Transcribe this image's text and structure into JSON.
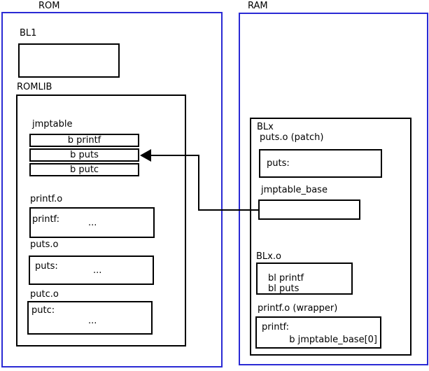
{
  "colors": {
    "region_border": "#2a2ad4",
    "box_border": "#000000"
  },
  "rom": {
    "title": "ROM",
    "bl1": {
      "label": "BL1"
    },
    "romlib": {
      "label": "ROMLIB",
      "jmptable": {
        "label": "jmptable",
        "rows": [
          {
            "text": "b printf"
          },
          {
            "text": "b puts"
          },
          {
            "text": "b putc"
          }
        ]
      },
      "objects": [
        {
          "label": "printf.o",
          "symbol": "printf:",
          "body": "..."
        },
        {
          "label": "puts.o",
          "symbol": "puts:",
          "body": "..."
        },
        {
          "label": "putc.o",
          "symbol": "putc:",
          "body": "..."
        }
      ]
    }
  },
  "ram": {
    "title": "RAM",
    "blx": {
      "label": "BLx",
      "puts_patch": {
        "label": "puts.o (patch)",
        "symbol": "puts:"
      },
      "jmptable_base": {
        "label": "jmptable_base"
      },
      "blx_o": {
        "label": "BLx.o",
        "lines": [
          "bl printf",
          "bl puts"
        ]
      },
      "printf_wrapper": {
        "label": "printf.o (wrapper)",
        "symbol": "printf:",
        "body": "b jmptable_base[0]"
      }
    }
  }
}
